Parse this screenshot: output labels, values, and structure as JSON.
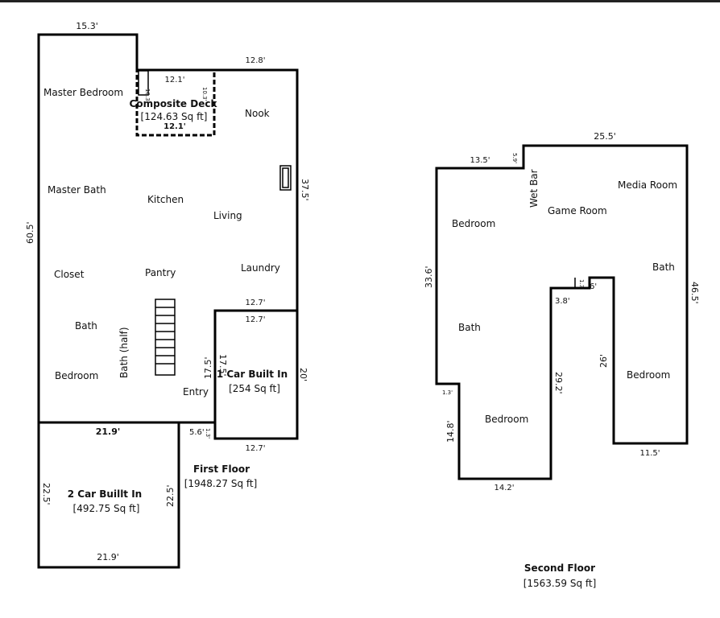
{
  "first_floor": {
    "title": "First Floor",
    "area": "[1948.27 Sq ft]",
    "rooms": {
      "master_bedroom": "Master Bedroom",
      "master_bath": "Master Bath",
      "kitchen": "Kitchen",
      "living": "Living",
      "nook": "Nook",
      "laundry": "Laundry",
      "pantry": "Pantry",
      "closet": "Closet",
      "bath": "Bath",
      "bath_half": "Bath (half)",
      "bedroom": "Bedroom",
      "entry": "Entry"
    },
    "deck": {
      "title": "Composite Deck",
      "area": "[124.63 Sq ft]",
      "dim_top": "12.1'",
      "dim_bottom": "12.1'",
      "dim_left": "10.3'",
      "dim_right": "10.3'"
    },
    "garage1": {
      "title": "1 Car Built In",
      "area": "[254 Sq ft]",
      "dim_top_outer": "12.7'",
      "dim_top_inner": "12.7'",
      "dim_bottom": "12.7'",
      "dim_right": "20'",
      "dim_left": "17.5'",
      "dim_left_inner": "17.5'"
    },
    "garage2": {
      "title": "2 Car Buillt In",
      "area": "[492.75 Sq ft]",
      "dim_top": "21.9'",
      "dim_bottom": "21.9'",
      "dim_left": "22.5'",
      "dim_right": "22.5'"
    },
    "dims": {
      "top_left": "15.3'",
      "top_right": "12.8'",
      "left": "60.5'",
      "right": "37.5'",
      "entry_width": "5.6'",
      "entry_small": "1.3'"
    }
  },
  "second_floor": {
    "title": "Second Floor",
    "area": "[1563.59 Sq ft]",
    "rooms": {
      "wet_bar": "Wet Bar",
      "game_room": "Game Room",
      "media_room": "Media Room",
      "bedroom_top": "Bedroom",
      "bath_right": "Bath",
      "bath_left": "Bath",
      "bedroom_bottom": "Bedroom",
      "bedroom_right": "Bedroom"
    },
    "dims": {
      "top": "25.5'",
      "top_left": "13.5'",
      "step": "5.9'",
      "left": "33.6'",
      "right": "46.5'",
      "small_left": "1.3'",
      "left_lower": "14.8'",
      "bottom_mid": "14.2'",
      "inner_left": "29.2'",
      "inner_step": "3.8'",
      "inner_small": "1.3'",
      "inner_top": "6'",
      "inner_right": "26'",
      "bottom_right": "11.5'"
    }
  }
}
